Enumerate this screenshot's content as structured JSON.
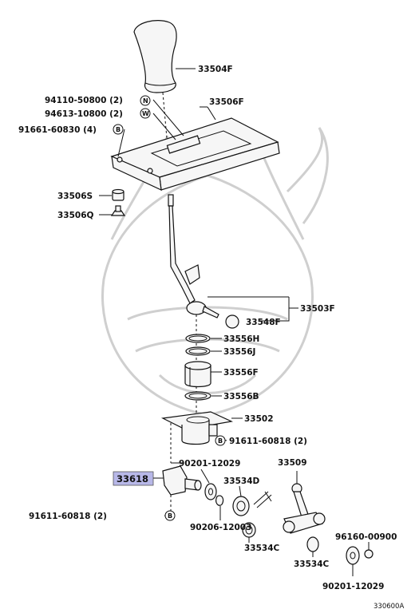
{
  "highlight": {
    "color": "#b8b8e8",
    "part": "33618"
  },
  "labels": {
    "p33504F": "33504F",
    "p33506F": "33506F",
    "p94110": "94110-50800 (2)",
    "p94613": "94613-10800 (2)",
    "p91661": "91661-60830 (4)",
    "p33506S": "33506S",
    "p33506Q": "33506Q",
    "p33503F": "33503F",
    "p33548F": "33548F",
    "p33556H": "33556H",
    "p33556J": "33556J",
    "p33556F": "33556F",
    "p33556B": "33556B",
    "p33502": "33502",
    "p91611a": "91611-60818 (2)",
    "p33618": "33618",
    "p90201a": "90201-12029",
    "p33509": "33509",
    "p33534D": "33534D",
    "p91611b": "91611-60818 (2)",
    "p90206": "90206-12003",
    "p33534Ca": "33534C",
    "p33534Cb": "33534C",
    "p96160": "96160-00900",
    "p90201b": "90201-12029",
    "diagram_id": "330600A"
  },
  "codes": {
    "N": "N",
    "W": "W",
    "B1": "B",
    "B2": "B",
    "B3": "B"
  }
}
